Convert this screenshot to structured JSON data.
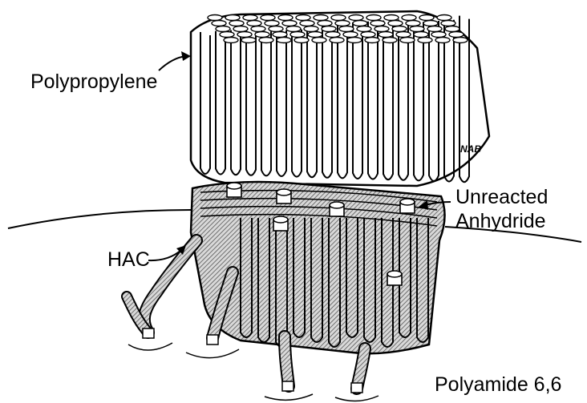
{
  "labels": {
    "polypropylene": "Polypropylene",
    "unreacted_line1": "Unreacted",
    "unreacted_line2": "Anhydride",
    "hac": "HAC",
    "polyamide": "Polyamide 6,6",
    "signature": "NAB"
  },
  "colors": {
    "ink": "#000000",
    "paper": "#ffffff",
    "hatch": "#555555"
  }
}
